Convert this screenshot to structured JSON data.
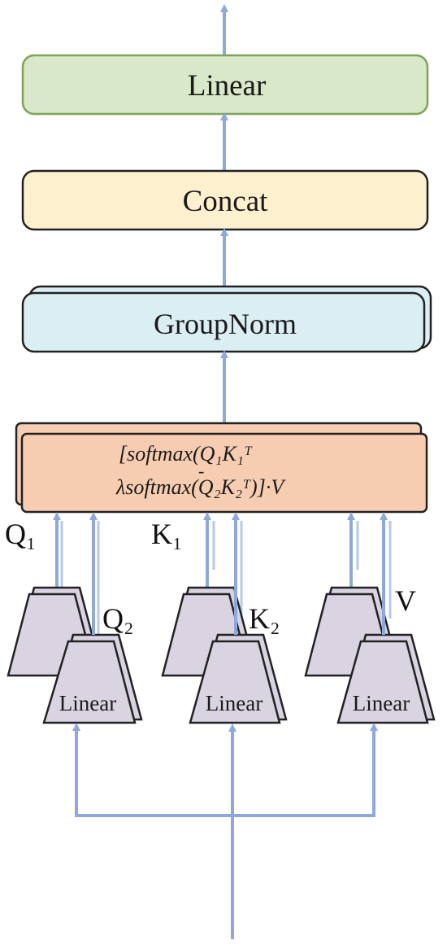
{
  "colors": {
    "arrow": "#8fa8dc",
    "arrow_head": "#8fa8dc",
    "linear_top_fill": "#d9e8c8",
    "linear_top_stroke": "#7ea35a",
    "concat_fill": "#fdf0ce",
    "groupnorm_fill": "#dbeef4",
    "attention_fill": "#f7cdb2",
    "linear_trap_fill": "#d9d3e2",
    "box_stroke": "#222222"
  },
  "blocks": {
    "linear_top": "Linear",
    "concat": "Concat",
    "groupnorm": "GroupNorm",
    "attention_line1": "[softmax(Q₁K₁ᵀ",
    "attention_line2": "λsoftmax(Q₂K₂ᵀ)]·V",
    "attention_minus": "-"
  },
  "inputs": {
    "q1": "Q₁",
    "q2": "Q₂",
    "k1": "K₁",
    "k2": "K₂",
    "v": "V",
    "linear_left": "Linear",
    "linear_mid": "Linear",
    "linear_right": "Linear"
  }
}
